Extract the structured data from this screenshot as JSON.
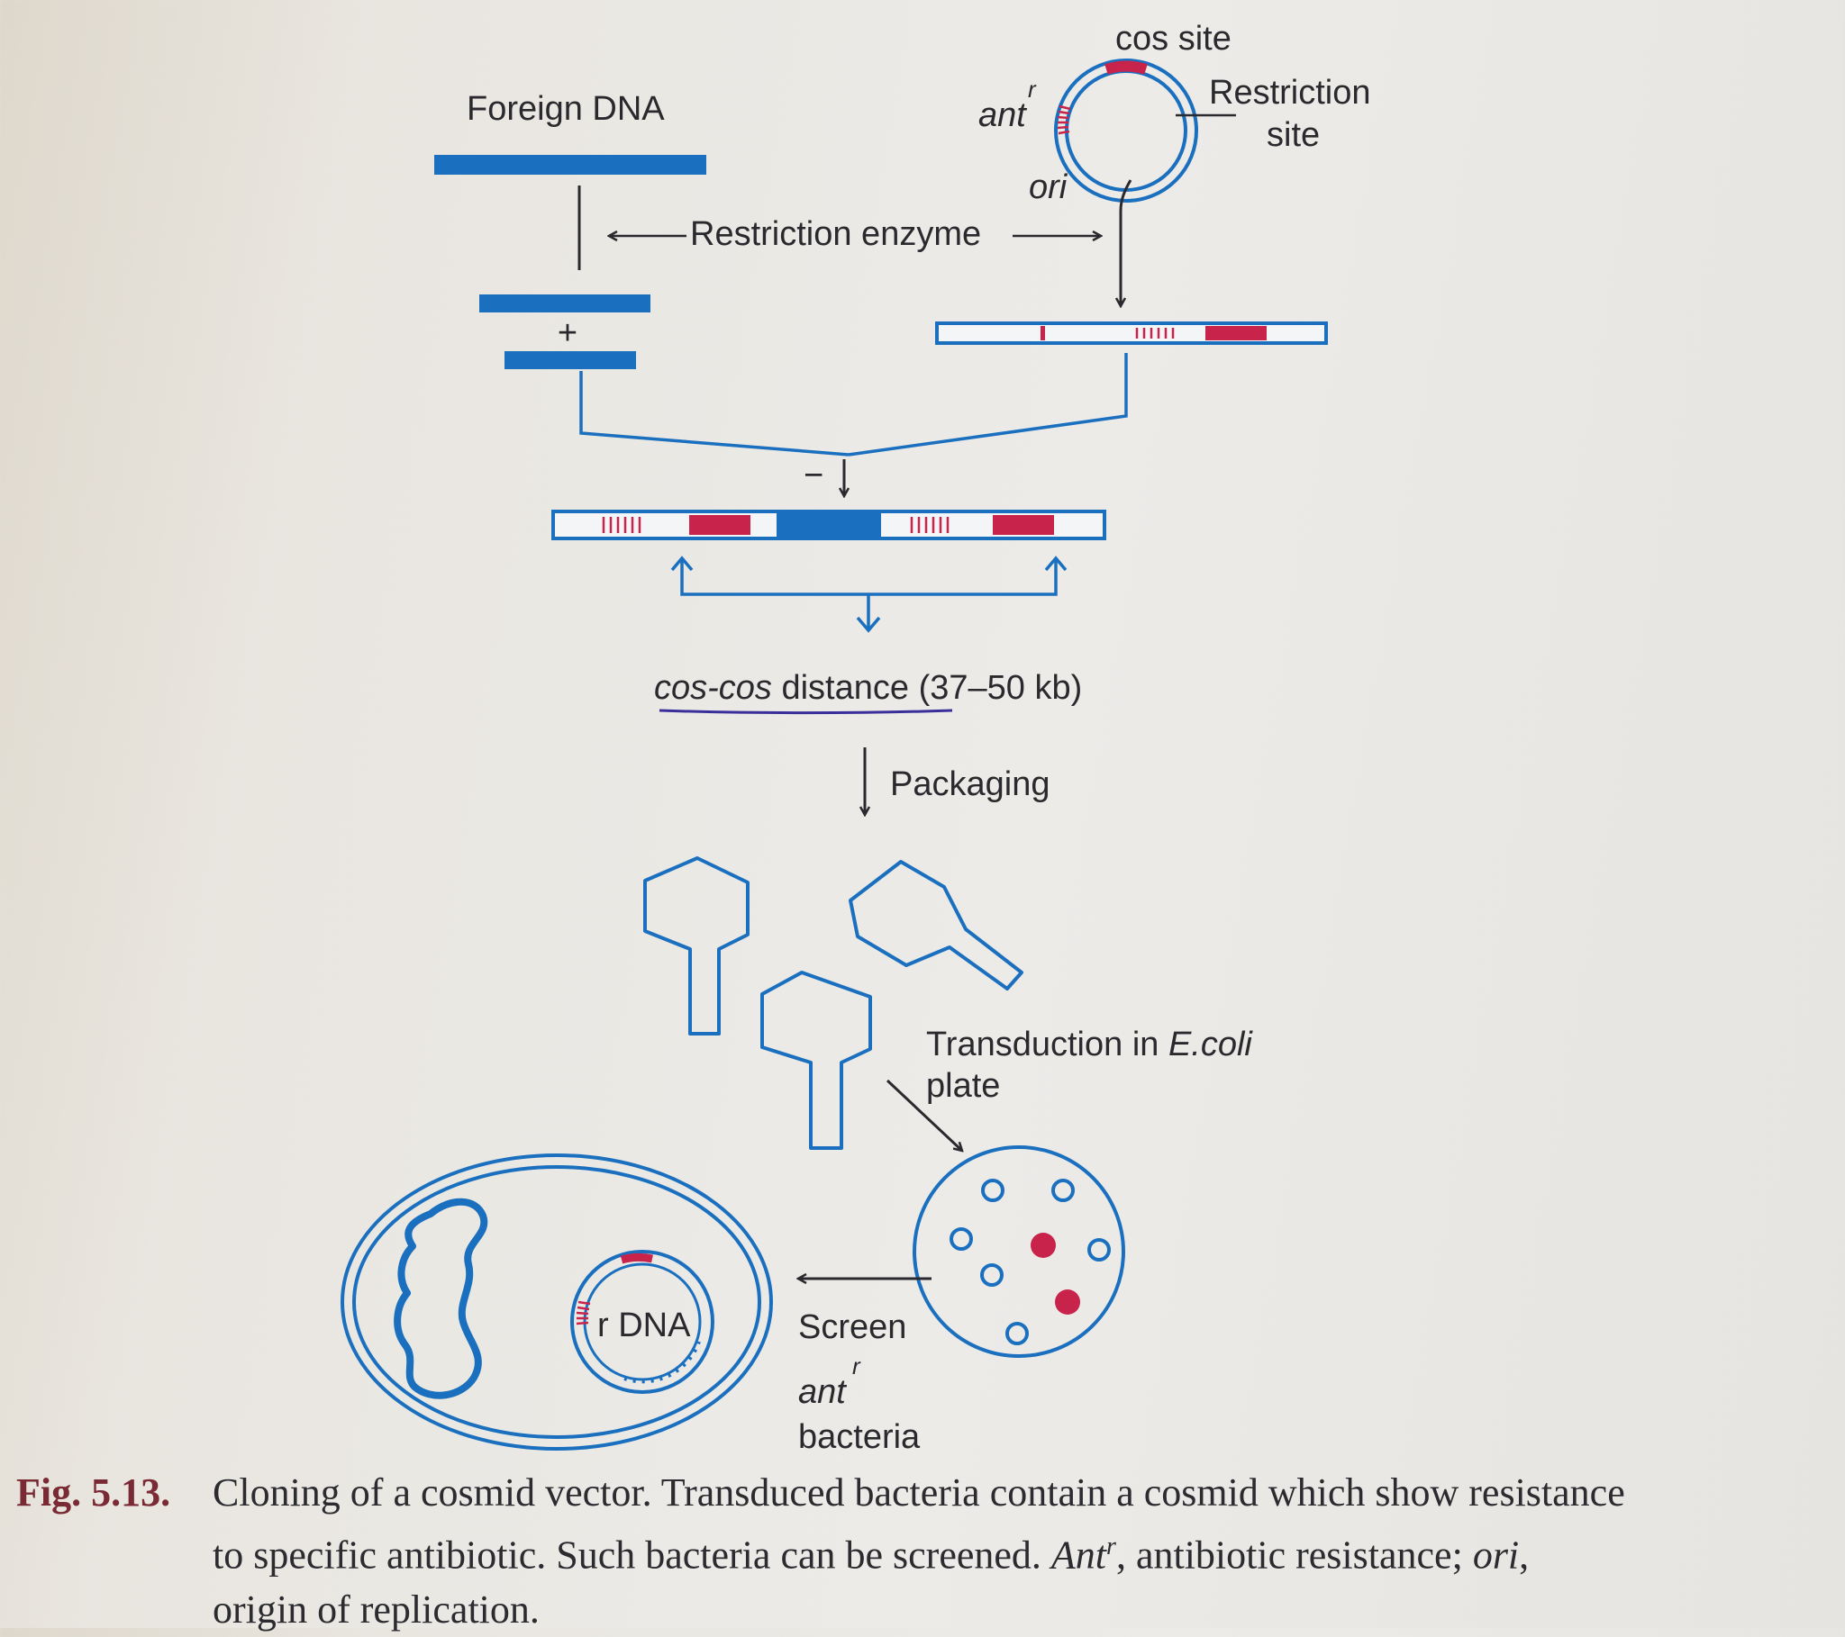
{
  "labels": {
    "cos_site": "cos site",
    "foreign_dna": "Foreign DNA",
    "ant": "ant",
    "ant_sup": "r",
    "restriction": "Restriction",
    "site": "site",
    "ori": "ori",
    "restriction_enzyme": "Restriction enzyme",
    "plus": "+",
    "minus": "−",
    "cos_cos_italic": "cos-cos",
    "cos_cos_rest": " distance (37–50 kb)",
    "packaging": "Packaging",
    "transduction": "Transduction in ",
    "ecoli": "E.coli",
    "plate": "plate",
    "rdna": "r DNA",
    "screen": "Screen",
    "bacteria": "bacteria"
  },
  "caption": {
    "fig": "Fig. 5.13.",
    "line1": "Cloning of a cosmid vector. Transduced bacteria contain a cosmid which show resistance",
    "line2_a": "to specific antibiotic. Such bacteria can be screened. ",
    "line2_ant": "Ant",
    "line2_sup": "r",
    "line2_b": ", antibiotic resistance; ",
    "line2_ori": "ori",
    "line2_c": ",",
    "line3": "origin of replication."
  },
  "colors": {
    "dna_blue": "#1a6fbf",
    "cos_red": "#c8234a"
  }
}
